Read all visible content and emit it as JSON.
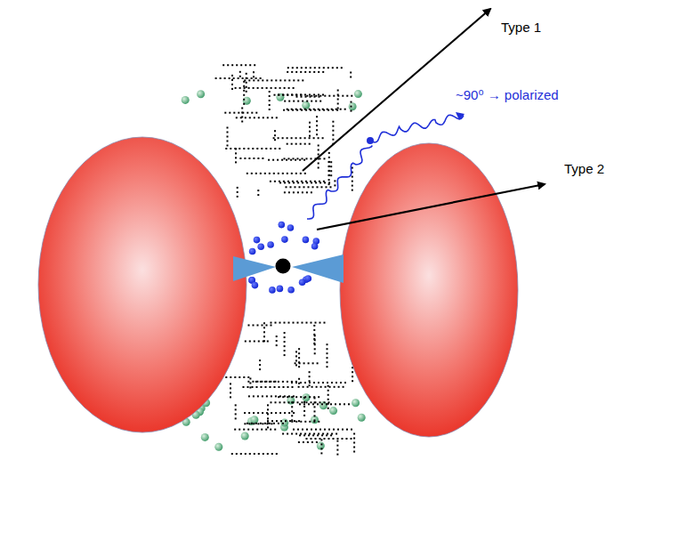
{
  "diagram": {
    "labels": [
      "Type 1",
      "Type 2",
      "~90⁰ → polarized"
    ]
  }
}
